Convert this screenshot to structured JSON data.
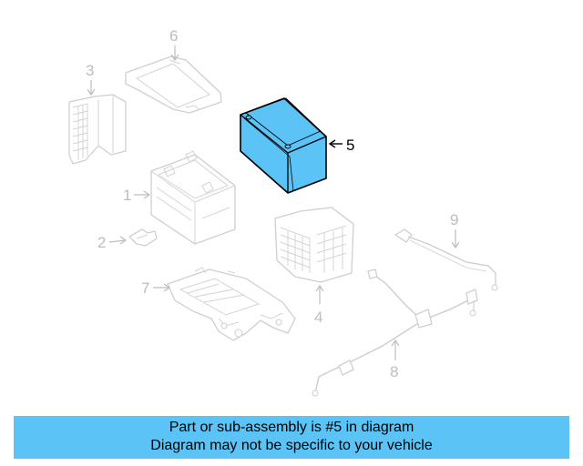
{
  "diagram": {
    "callouts": {
      "c1": "1",
      "c2": "2",
      "c3": "3",
      "c4": "4",
      "c5": "5",
      "c6": "6",
      "c7": "7",
      "c8": "8",
      "c9": "9"
    },
    "highlighted_part": "5",
    "highlight_color": "#5bc3f5"
  },
  "banner": {
    "line1": "Part or sub-assembly is #5 in diagram",
    "line2": "Diagram may not be specific to your vehicle",
    "background": "#5bc3f5"
  }
}
